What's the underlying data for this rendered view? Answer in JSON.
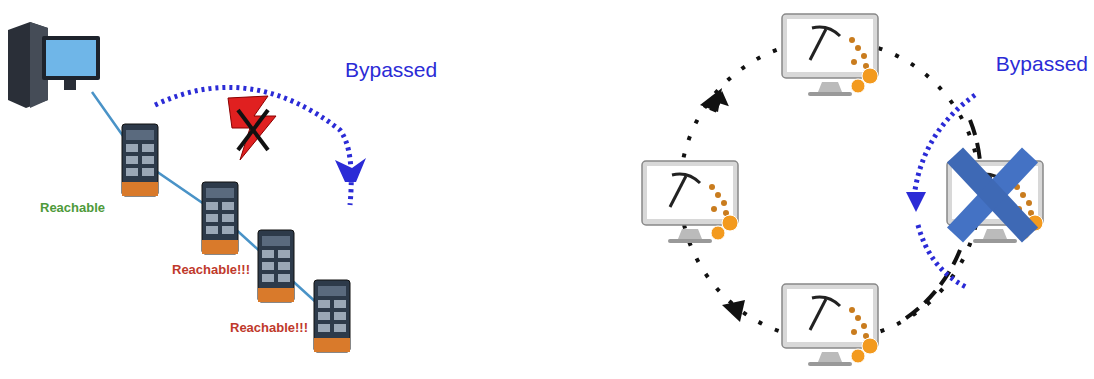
{
  "diagram": {
    "labels": [
      "Bypassed",
      "Reachable",
      "Reachable!!!",
      "Reachable!!!",
      "Bypassed"
    ]
  }
}
